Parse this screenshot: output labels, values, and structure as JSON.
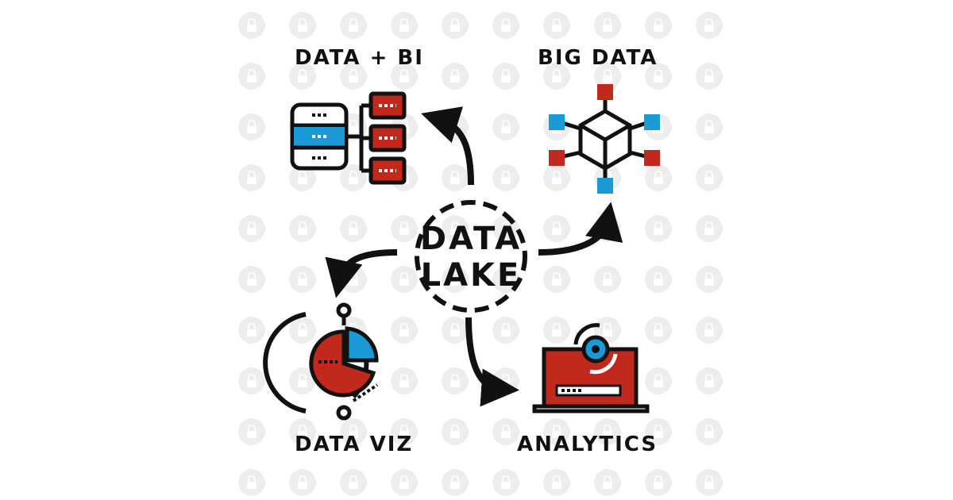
{
  "center": {
    "line1": "DATA",
    "line2": "LAKE"
  },
  "nodes": {
    "data_bi": {
      "label": "DATA + BI"
    },
    "big_data": {
      "label": "BIG DATA"
    },
    "data_viz": {
      "label": "DATA VIZ"
    },
    "analytics": {
      "label": "ANALYTICS"
    }
  },
  "colors": {
    "red": "#c0291c",
    "blue": "#1a9bd7",
    "ink": "#111111",
    "watermark": "#ececec"
  },
  "icons": [
    "database-icon",
    "server-rack-icon",
    "network-cube-icon",
    "pie-chart-icon",
    "laptop-analytics-icon"
  ]
}
